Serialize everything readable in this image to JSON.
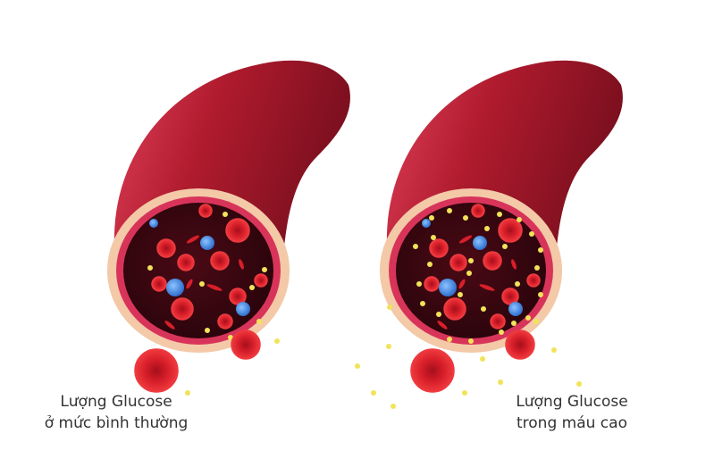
{
  "labels": {
    "normal": {
      "line1": "Lượng Glucose",
      "line2": "ở mức bình thường"
    },
    "high": {
      "line1": "Lượng Glucose",
      "line2": "trong máu cao"
    }
  },
  "colors": {
    "vessel": "#b01b2e",
    "vessel_dark": "#7a0f1e",
    "vessel_rim": "#f3c9a8",
    "vessel_inner_ring": "#d8345a",
    "lumen": "#3a0710",
    "red_cell": "#d81f2a",
    "white_cell": "#4a90e2",
    "glucose": "#f1e35a"
  }
}
